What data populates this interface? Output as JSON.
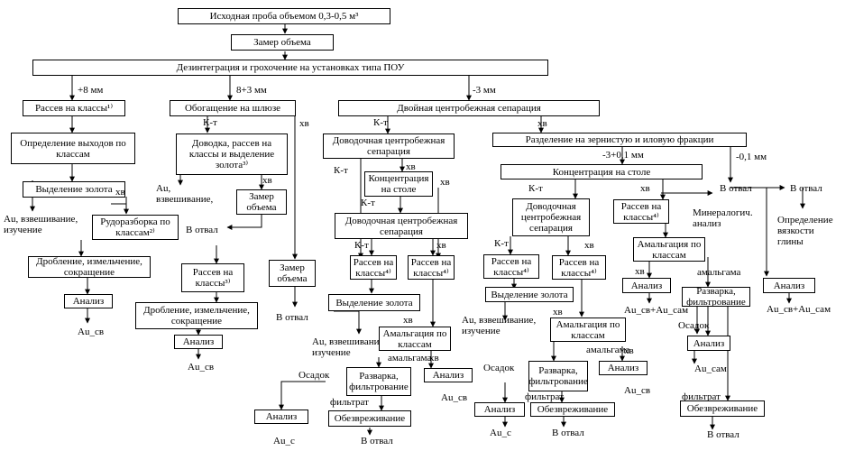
{
  "nodes": {
    "sample": "Исходная проба объемом 0,3-0,5 м³",
    "volume": "Замер объема",
    "disintegration": "Дезинтеграция и грохочение на установках типа ПОУ",
    "sieve_classes": "Рассев на классы¹⁾",
    "sluice": "Обогащение на шлюзе",
    "double_centrifugal": "Двойная центробежная сепарация",
    "yield_by_class": "Определение выходов по\nклассам",
    "gold_extraction_1": "Выделение золота",
    "hand_sorting": "Рудоразборка по\nклассам²⁾",
    "crushing_1": "Дробление, измельчение,\nсокращение",
    "analysis_1": "Анализ",
    "finishing_sluice": "Доводка, рассев на\nклассы и выделение\nзолота³⁾",
    "volume_2": "Замер\nобъема",
    "sieve_classes_sluice": "Рассев на\nклассы³⁾",
    "volume_3": "Замер\nобъема",
    "crushing_2": "Дробление, измельчение,\nсокращение",
    "analysis_2": "Анализ",
    "finishing_centrifugal": "Доводочная центробежная\nсепарация",
    "table_concentration_1": "Концентрация\nна столе",
    "finishing_centrifugal_2": "Доводочная центробежная\nсепарация",
    "sieve_a": "Рассев на\nклассы⁴⁾",
    "sieve_b": "Рассев на\nклассы⁴⁾",
    "gold_extraction_2": "Выделение золота",
    "amalgamation_1": "Амальгация по\nклассам",
    "refining_1": "Разварка,\nфильтрование",
    "analysis_3": "Анализ",
    "analysis_4": "Анализ",
    "dehydration_1": "Обезвреживание",
    "fraction_separation": "Разделение на зернистую и иловую фракции",
    "table_concentration_2": "Концентрация на столе",
    "finishing_centrifugal_3": "Доводочная\nцентробежная\nсепарация",
    "sieve_c": "Рассев на\nклассы⁴⁾",
    "sieve_d": "Рассев на\nклассы⁴⁾",
    "sieve_e": "Рассев на\nклассы⁴⁾",
    "gold_extraction_3": "Выделение золота",
    "amalgamation_2": "Амальгация по\nклассам",
    "refining_2": "Разварка,\nфильтрование",
    "analysis_5": "Анализ",
    "analysis_6": "Анализ",
    "dehydration_2": "Обезвреживание",
    "amalgamation_3": "Амальгация по\nклассам",
    "analysis_7": "Анализ",
    "refining_3": "Разварка,\nфильтрование",
    "analysis_8": "Анализ",
    "dehydration_3": "Обезвреживание",
    "analysis_9": "Анализ"
  },
  "labels": {
    "plus8": "+8 мм",
    "r8_3": "8+3 мм",
    "minus3": "-3 мм",
    "kt": "К-т",
    "hv": "хв",
    "au_weigh_study": "Au, взвешивание,\nизучение",
    "au_weigh": "Au,\nвзвешивание,",
    "au_sv": "Au_св",
    "to_dump": "В отвал",
    "au_weigh_study_2": "Au, взвешивание,\nизучение",
    "amalgam": "амальгама",
    "sediment": "Осадок",
    "filtrate": "фильтрат",
    "au_s": "Au_с",
    "au_sam": "Au_сам",
    "au_sv_sam": "Au_св+Au_сам",
    "r3_01": "-3+0,1 мм",
    "minus01": "-0,1 мм",
    "mineralogical": "Минералогич.\nанализ",
    "viscosity": "Определение\nвязкости\nглины"
  }
}
